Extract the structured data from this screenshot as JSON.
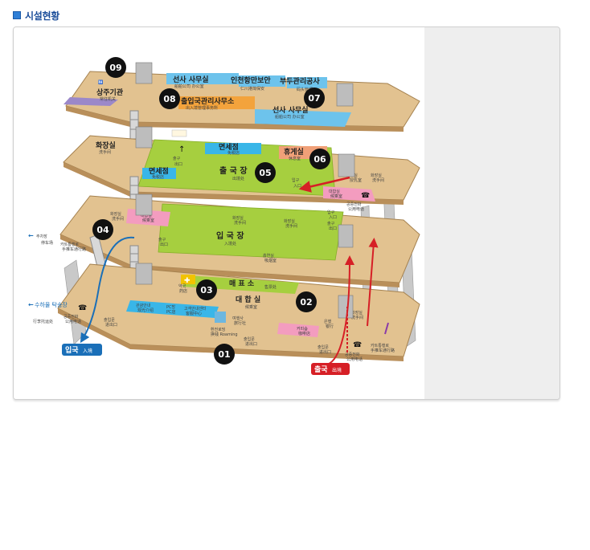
{
  "section": {
    "title": "시설현황"
  },
  "map": {
    "markers": [
      "01",
      "02",
      "03",
      "04",
      "05",
      "06",
      "07",
      "08",
      "09"
    ],
    "floor4": {
      "rooms": [
        "선사 사무실",
        "인천항만보안",
        "부두관리공사",
        "상주기관",
        "출입국관리사무소",
        "선사 사무실",
        "화장실"
      ],
      "subs": [
        "船舶公司 办公室",
        "仁川港灣保安",
        "码头管理",
        "常住机关",
        "出入境管理事务所",
        "船舶公司 办公室",
        "洗手间"
      ]
    },
    "floor3": {
      "rooms": [
        "면세점",
        "휴게실",
        "출 국 장",
        "화장실",
        "면세점",
        "입구",
        "출구",
        "수유실",
        "화장실",
        "대합실",
        "공중전화"
      ],
      "subs": [
        "免税店",
        "休息室",
        "出境处",
        "洗手间",
        "免税店",
        "入口",
        "出口",
        "授乳室",
        "洗手间",
        "候乘室",
        "公用电话"
      ]
    },
    "floor2": {
      "rooms": [
        "입 국 장",
        "화장실",
        "화장실",
        "대합실",
        "출구",
        "입구",
        "출구",
        "흡연실",
        "화장실"
      ],
      "subs": [
        "入境处",
        "洗手间",
        "洗手间",
        "候乘室",
        "出口",
        "入口",
        "出口",
        "吸烟室",
        "洗手间"
      ]
    },
    "floor1": {
      "rooms": [
        "매 표 소",
        "대 합 실",
        "약국",
        "관광안내",
        "PC방",
        "고객안내센터",
        "환전로밍",
        "여행사",
        "출입문",
        "은행",
        "커피숍",
        "화장실",
        "출입문",
        "공중전화",
        "출입문",
        "카트통행로",
        "공중전화"
      ],
      "subs": [
        "售票处",
        "候乘室",
        "药店",
        "观光介绍",
        "PC店",
        "客服中心",
        "换钱 Roaming",
        "旅行社",
        "进出口",
        "银行",
        "咖啡店",
        "洗手间",
        "进出口",
        "公用电话",
        "进出口",
        "手推车通行路",
        "公用电话"
      ]
    },
    "outside": {
      "labels": [
        "주차장",
        "카트통행로",
        "수하물 탁송장",
        "입국",
        "출국"
      ],
      "subs": [
        "停车场",
        "手推车通行路",
        "行李托运处",
        "入境",
        "出境"
      ]
    }
  }
}
